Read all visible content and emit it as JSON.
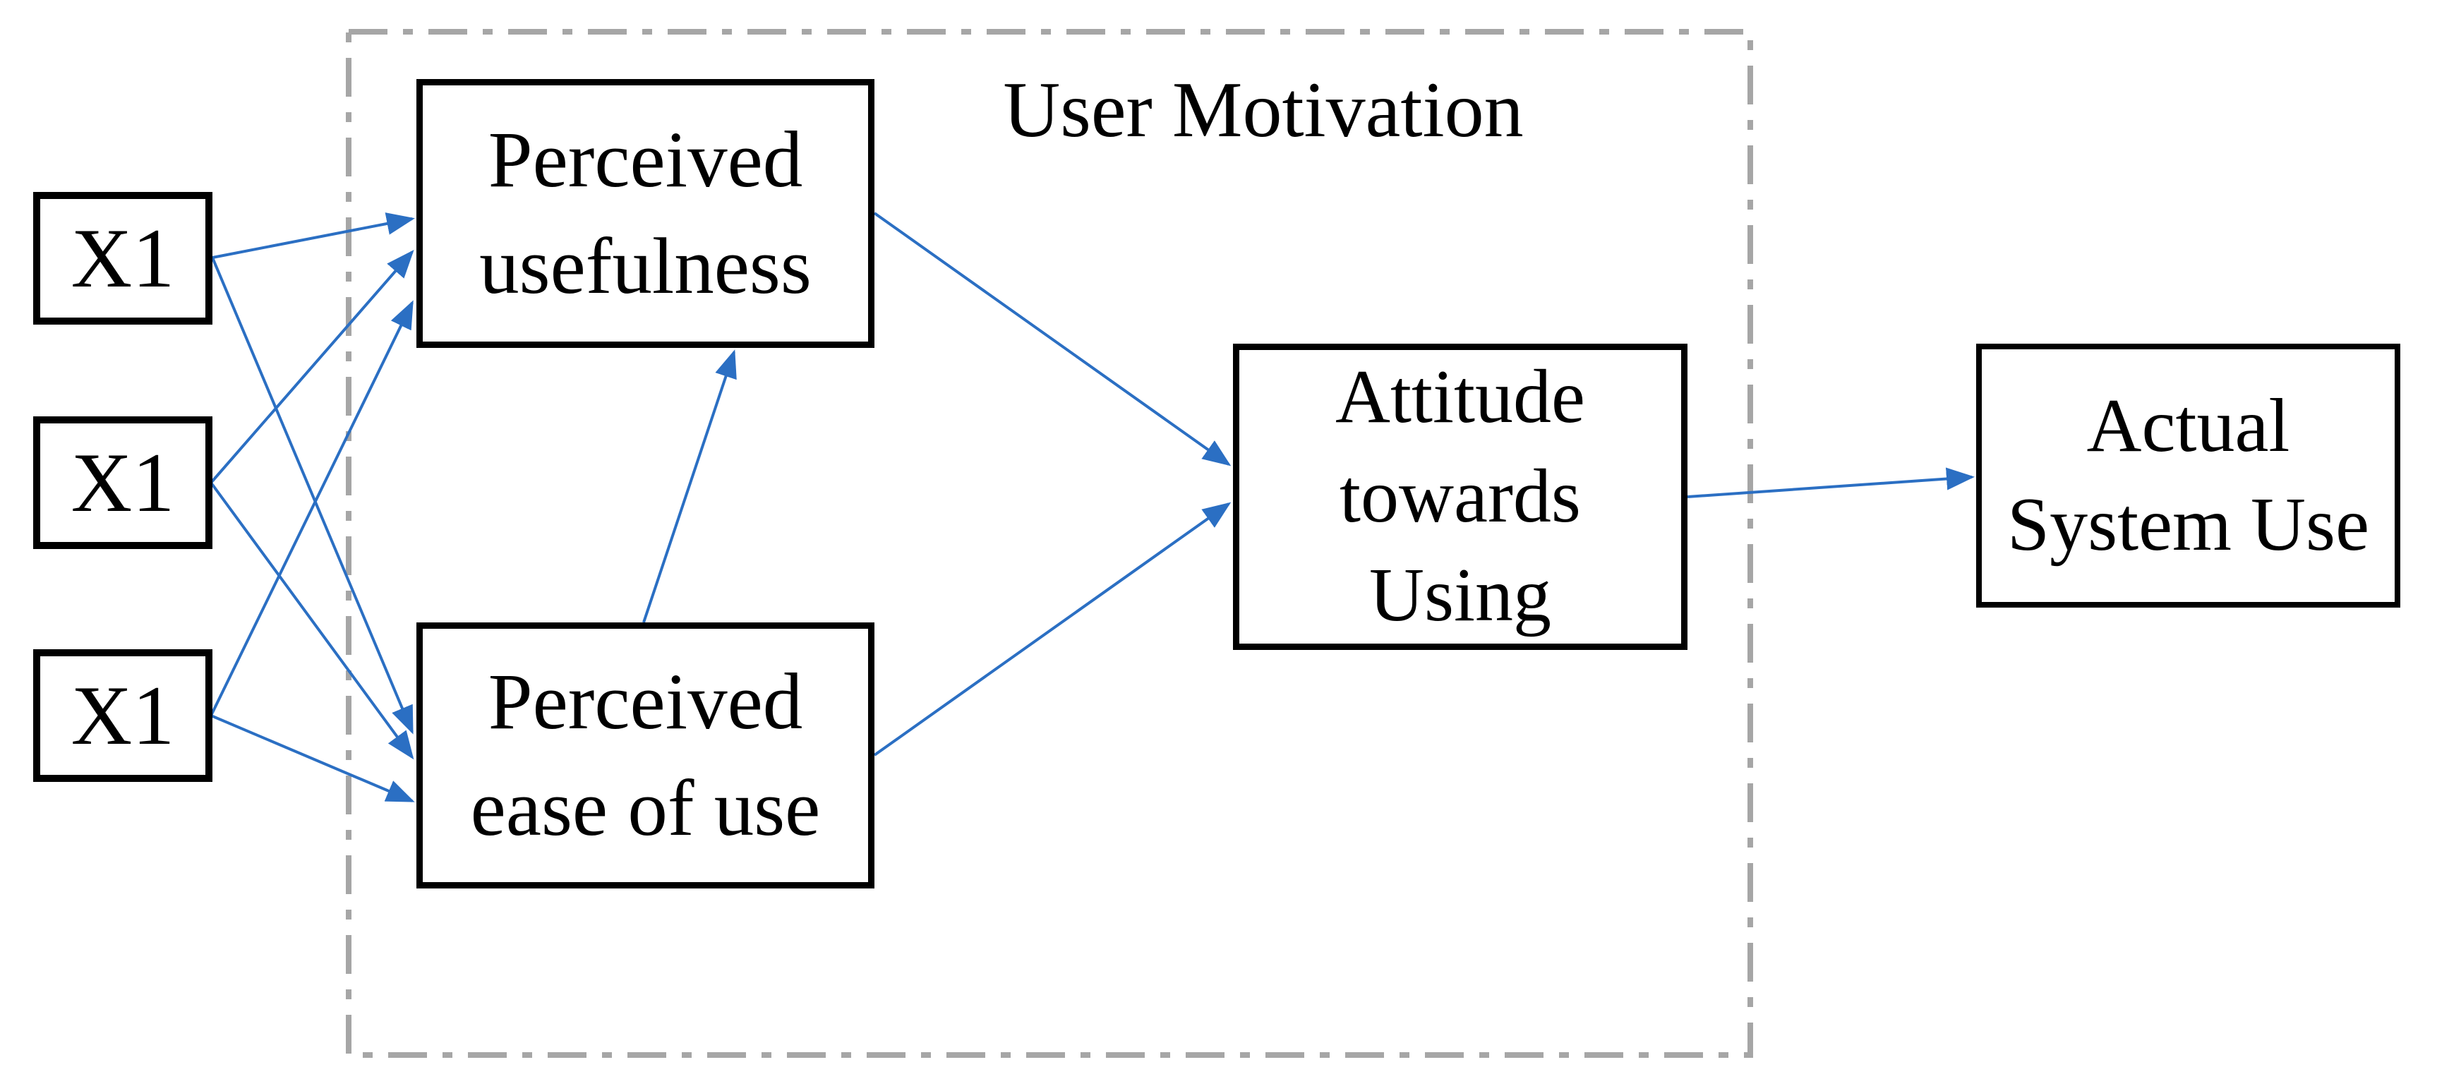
{
  "diagram": {
    "type": "concept-model",
    "title": "User Motivation",
    "external_variables": [
      {
        "label": "X1"
      },
      {
        "label": "X1"
      },
      {
        "label": "X1"
      }
    ],
    "nodes": {
      "perceived_usefulness": {
        "line1": "Perceived",
        "line2": "usefulness"
      },
      "perceived_ease_of_use": {
        "line1": "Perceived",
        "line2": "ease of use"
      },
      "attitude": {
        "line1": "Attitude",
        "line2": "towards",
        "line3": "Using"
      },
      "actual_system_use": {
        "line1": "Actual",
        "line2": "System Use"
      }
    },
    "container": {
      "label": "User Motivation",
      "style": "dash-dot"
    },
    "edges": [
      {
        "from": "x1-1",
        "to": "perceived-usefulness"
      },
      {
        "from": "x1-1",
        "to": "perceived-ease-of-use"
      },
      {
        "from": "x1-2",
        "to": "perceived-usefulness"
      },
      {
        "from": "x1-2",
        "to": "perceived-ease-of-use"
      },
      {
        "from": "x1-3",
        "to": "perceived-usefulness"
      },
      {
        "from": "x1-3",
        "to": "perceived-ease-of-use"
      },
      {
        "from": "perceived-ease-of-use",
        "to": "perceived-usefulness"
      },
      {
        "from": "perceived-usefulness",
        "to": "attitude-towards-using"
      },
      {
        "from": "perceived-ease-of-use",
        "to": "attitude-towards-using"
      },
      {
        "from": "attitude-towards-using",
        "to": "actual-system-use"
      }
    ],
    "colors": {
      "arrow": "#2b6fc3",
      "box_border": "#000000",
      "container_border": "#a6a6a6",
      "background": "#ffffff",
      "text": "#000000"
    }
  }
}
